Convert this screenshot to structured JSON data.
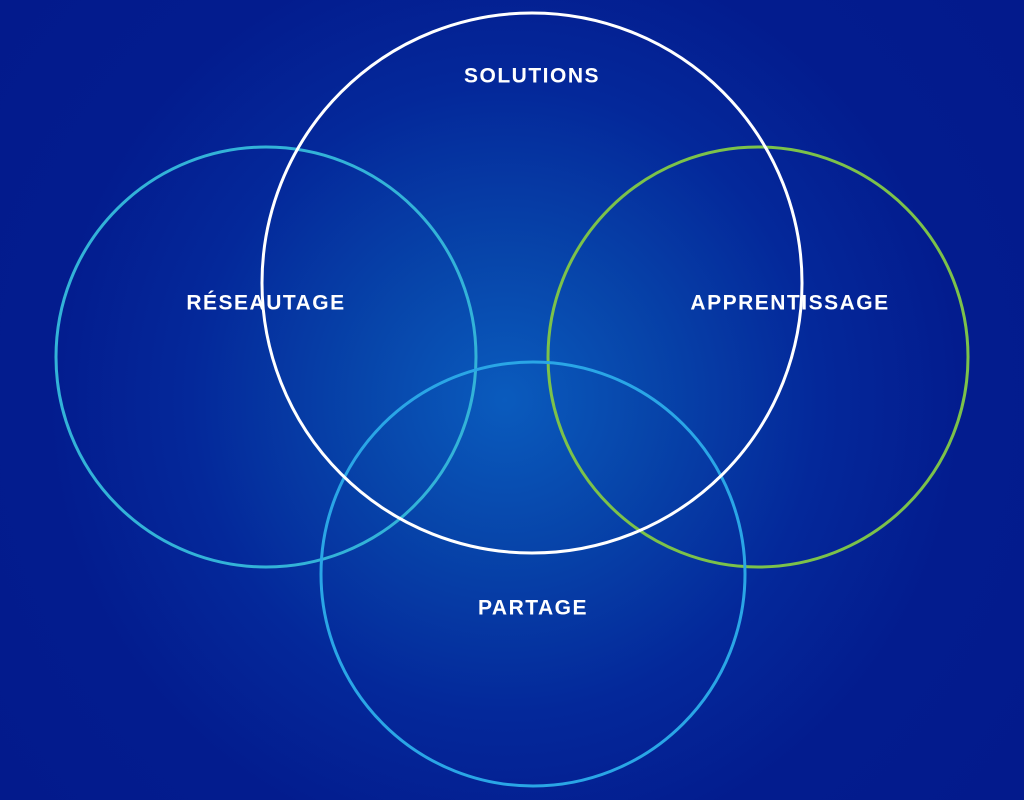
{
  "diagram": {
    "type": "venn",
    "sets": [
      {
        "id": "solutions",
        "label": "SOLUTIONS",
        "color": "#ffffff"
      },
      {
        "id": "reseautage",
        "label": "RÉSEAUTAGE",
        "color": "#33b3d8"
      },
      {
        "id": "apprentissage",
        "label": "APPRENTISSAGE",
        "color": "#7cc24a"
      },
      {
        "id": "partage",
        "label": "PARTAGE",
        "color": "#2aa6e6"
      }
    ]
  },
  "colors": {
    "background": "#031a8c",
    "background_center": "#0a5bbd",
    "label_text": "#ffffff"
  }
}
